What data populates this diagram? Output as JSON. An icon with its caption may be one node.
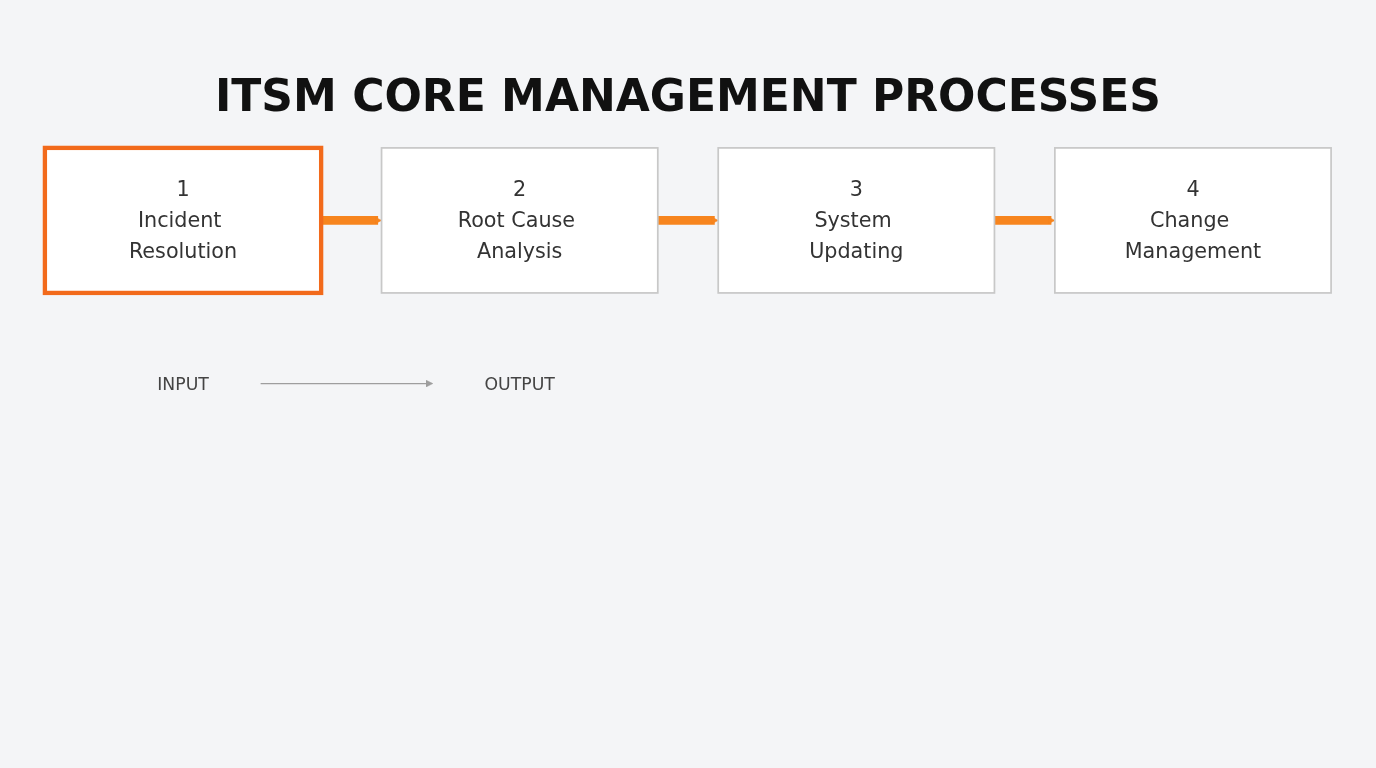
{
  "diagram": {
    "title": "ITSM CORE MANAGEMENT PROCESSES",
    "nodes": [
      {
        "text": [
          "1",
          "Incident Resolution"
        ]
      },
      {
        "text": [
          "2",
          "Root Cause Analysis"
        ]
      },
      {
        "text": [
          "3",
          "System Updating"
        ]
      },
      {
        "text": [
          "4",
          "Change Management"
        ]
      },
      {
        "text": [
          "INPUT"
        ]
      },
      {
        "text": [
          "OUTPUT"
        ]
      }
    ],
    "edges": [
      {
        "from": 0,
        "to": 1,
        "arrow": "to"
      },
      {
        "from": 1,
        "to": 2,
        "arrow": "to"
      },
      {
        "from": 2,
        "to": 3,
        "arrow": "to"
      },
      {
        "from": 4,
        "to": 5,
        "arrow": "to",
        "color": "#9e9e9e"
      }
    ]
  }
}
